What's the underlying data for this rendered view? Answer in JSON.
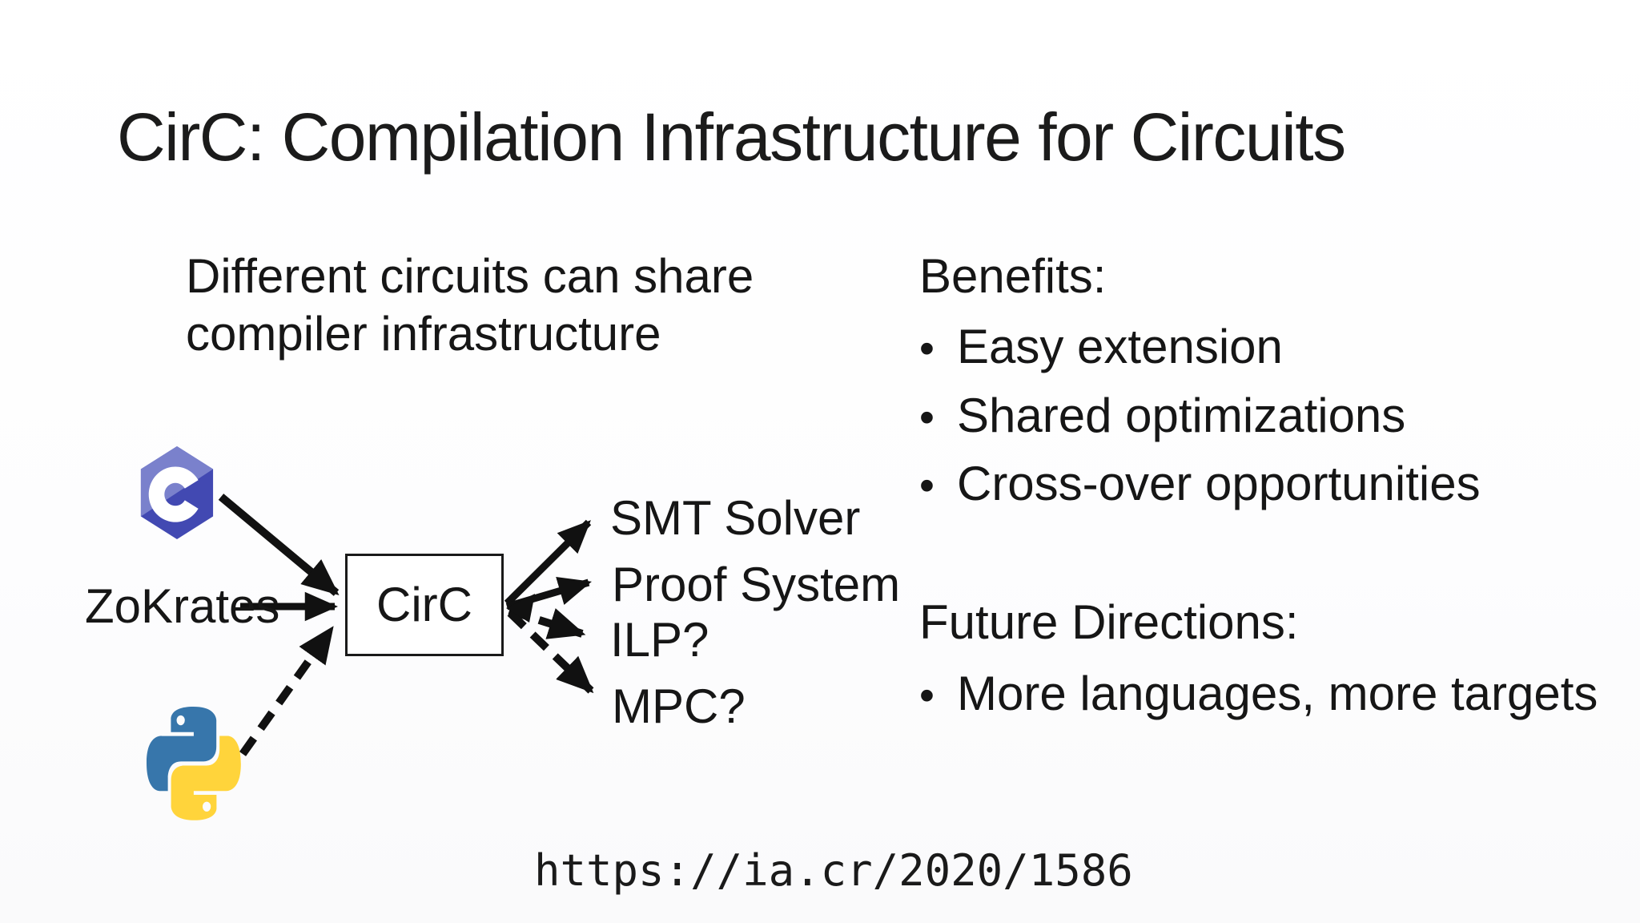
{
  "slide": {
    "title": "CirC: Compilation Infrastructure for Circuits",
    "subtitle_lines": [
      "Different circuits can share",
      "compiler infrastructure"
    ],
    "bullet_char": "•",
    "benefits": {
      "heading": "Benefits:",
      "items": [
        "Easy extension",
        "Shared optimizations",
        "Cross-over opportunities"
      ]
    },
    "future_directions": {
      "heading": "Future Directions:",
      "items": [
        "More languages, more targets"
      ]
    },
    "diagram": {
      "node_label": "CirC",
      "sources": [
        {
          "icon": "c-language-icon",
          "arrow": "solid"
        },
        {
          "label": "ZoKrates",
          "arrow": "solid"
        },
        {
          "icon": "python-icon",
          "arrow": "dashed"
        }
      ],
      "targets": [
        {
          "label": "SMT Solver",
          "arrow": "solid"
        },
        {
          "label": "Proof System",
          "arrow": "solid"
        },
        {
          "label": "ILP?",
          "arrow": "dashed"
        },
        {
          "label": "MPC?",
          "arrow": "dashed"
        }
      ],
      "colors": {
        "c_logo_light": "#7A81CC",
        "c_logo_dark": "#4249B2",
        "python_blue": "#3776AB",
        "python_yellow": "#FFD43B",
        "arrow": "#111111",
        "box_border": "#1a1a1a"
      }
    },
    "footer_url": "https://ia.cr/2020/1586"
  }
}
